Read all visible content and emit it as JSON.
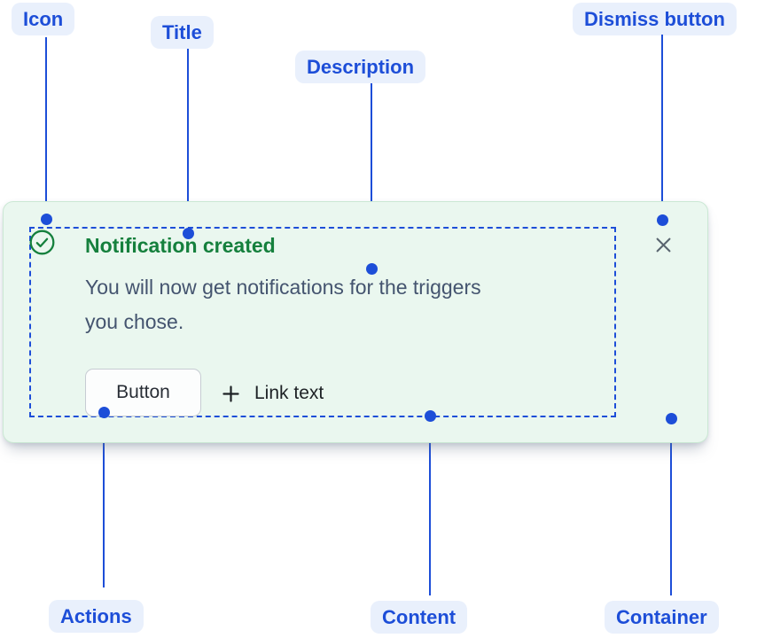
{
  "annotations": {
    "icon": "Icon",
    "title": "Title",
    "description": "Description",
    "dismiss_button": "Dismiss button",
    "actions": "Actions",
    "content": "Content",
    "container": "Container"
  },
  "flag": {
    "title": "Notification created",
    "description_lines": [
      "You will now get notifications for the triggers",
      "you chose."
    ],
    "button_label": "Button",
    "link_label": "Link text",
    "icon": "success-check-icon",
    "link_icon": "plus-icon",
    "dismiss_icon": "close-icon"
  },
  "colors": {
    "annotation_blue": "#1D4ED8",
    "annotation_pill_bg": "#E9F0FC",
    "success_green": "#15803D",
    "card_bg": "#EAF7EF",
    "card_border": "#CBE8D4",
    "description_text": "#44546F",
    "neutral_icon": "#5A6570",
    "action_text": "#1D2125"
  }
}
